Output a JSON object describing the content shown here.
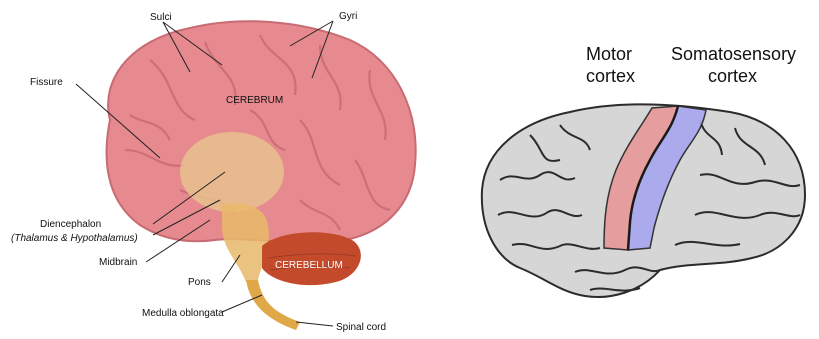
{
  "left_figure": {
    "labels": {
      "sulci": "Sulci",
      "gyri": "Gyri",
      "fissure": "Fissure",
      "cerebrum": "CEREBRUM",
      "diencephalon": "Diencephalon",
      "diencephalon_sub": "(Thalamus & Hypothalamus)",
      "midbrain": "Midbrain",
      "pons": "Pons",
      "cerebellum": "CEREBELLUM",
      "medulla": "Medulla oblongata",
      "spinal_cord": "Spinal cord"
    },
    "colors": {
      "cerebrum": "#e68a8f",
      "cerebrum_fold": "#c96b72",
      "diencephalon": "#e9c48e",
      "brainstem": "#e8b96a",
      "cerebellum": "#c44a2c",
      "spinal_cord": "#e1a84a"
    }
  },
  "right_figure": {
    "labels": {
      "motor_line1": "Motor",
      "motor_line2": "cortex",
      "somato_line1": "Somatosensory",
      "somato_line2": "cortex"
    },
    "colors": {
      "brain_surface": "#d6d6d6",
      "sulcus_line": "#2b2b2b",
      "motor_cortex": "#e69a9a",
      "somatosensory_cortex": "#a8a8ee"
    }
  }
}
